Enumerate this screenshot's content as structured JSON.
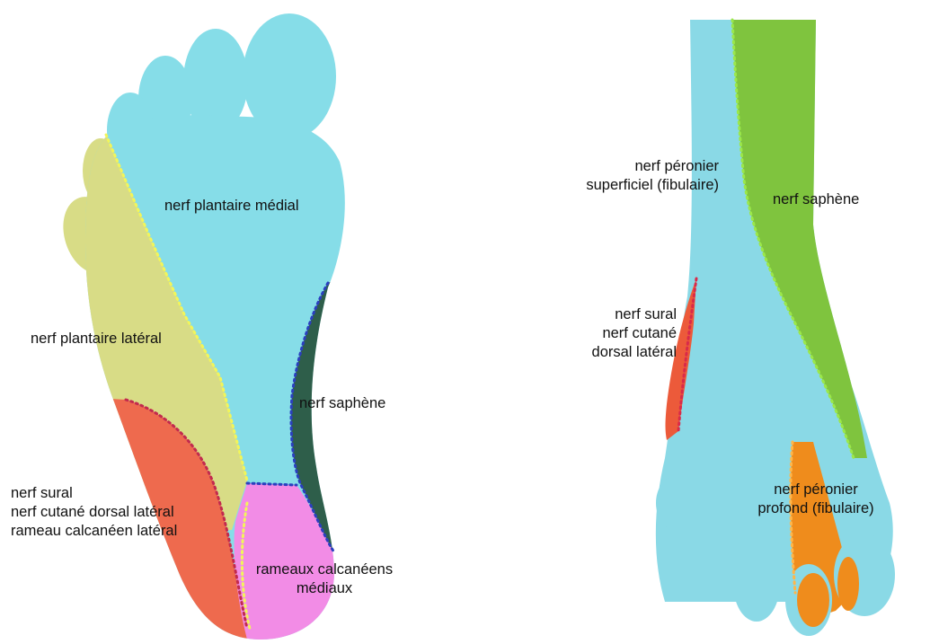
{
  "plantar_view": {
    "labels": {
      "medial_plantar": [
        "nerf plantaire médial"
      ],
      "lateral_plantar": [
        "nerf plantaire latéral"
      ],
      "saphenous": [
        "nerf saphène"
      ],
      "sural": [
        "nerf sural",
        "nerf cutané dorsal latéral",
        "rameau calcanéen latéral"
      ],
      "medial_calcaneal": [
        "rameaux calcanéens",
        "médiaux"
      ]
    },
    "colors": {
      "medial_plantar": "#86dde8",
      "lateral_plantar": "#d8dc86",
      "saphenous": "#2e5e4a",
      "sural": "#ee6a4e",
      "medial_calcaneal": "#f28ce6"
    }
  },
  "dorsal_view": {
    "labels": {
      "superficial_peroneal": [
        "nerf péronier",
        "superficiel (fibulaire)"
      ],
      "saphenous": [
        "nerf saphène"
      ],
      "sural": [
        "nerf sural",
        "nerf cutané",
        "dorsal latéral"
      ],
      "deep_peroneal": [
        "nerf péronier",
        "profond (fibulaire)"
      ]
    },
    "colors": {
      "superficial_peroneal": "#8ad9e6",
      "saphenous": "#7fc43e",
      "sural": "#ec5a3a",
      "deep_peroneal": "#ef8c1c"
    }
  }
}
